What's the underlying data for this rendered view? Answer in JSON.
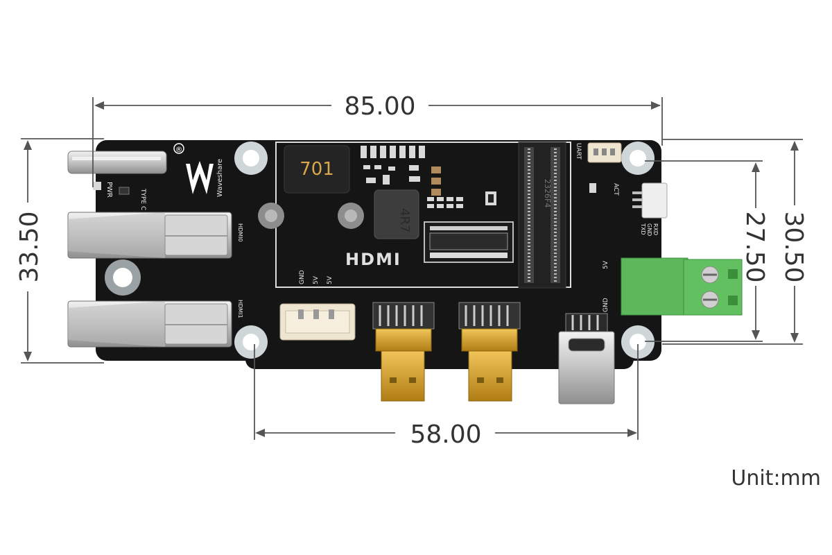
{
  "dimensions": {
    "board_length": "85.00",
    "board_height": "33.50",
    "hole_pitch_x": "58.00",
    "hole_pitch_y": "27.50",
    "board_height_inner": "30.50"
  },
  "unit_label": "Unit:mm",
  "board": {
    "brand_name": "Waveshare",
    "brand_mark": "®",
    "inductor_marking": "701",
    "inductor_marking_2": "4R7",
    "socket_marking": "2326F4",
    "hdmi_logo": "HDMI",
    "silkscreen": {
      "type_c": "TYPE C",
      "pwr": "PWR",
      "hdmi0": "HDMI0",
      "hdmi1": "HDMI1",
      "uart": "UART",
      "act": "ACT",
      "txd": "TXD",
      "gnd_uart": "GND",
      "rxd": "RXD",
      "gnd_header": "GND",
      "v5_a": "5V",
      "v5_b": "5V",
      "v5_terminal": "5V",
      "gnd_terminal": "GND"
    }
  },
  "colors": {
    "pcb": "#151515",
    "metal": "#c9c9c9",
    "gold": "#d7a32a",
    "terminal_green": "#5cb85a",
    "dimension_line": "#555555"
  }
}
